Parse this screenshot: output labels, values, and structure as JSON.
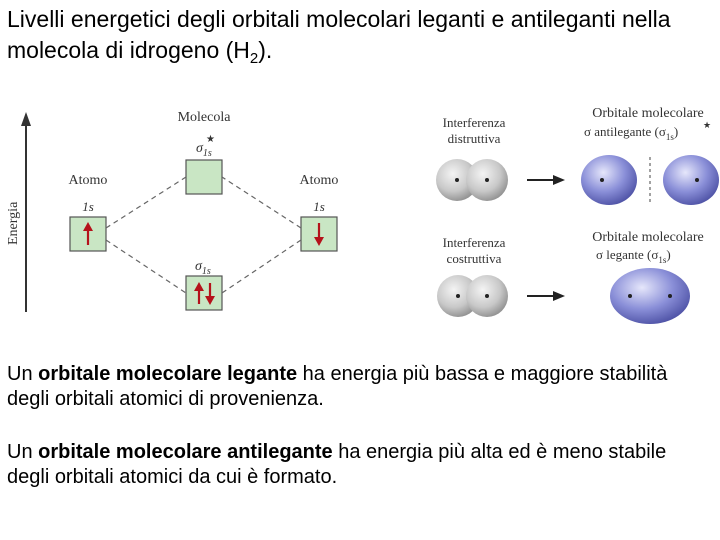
{
  "title": {
    "text": "Livelli energetici degli orbitali molecolari leganti e antileganti nella molecola di idrogeno (H",
    "subscript": "2",
    "suffix": ")."
  },
  "diagram": {
    "axis_label": "Energia",
    "molecule_label": "Molecola",
    "atom_left_label": "Atomo",
    "atom_right_label": "Atomo",
    "orbital_1s": "1s",
    "sigma_symbol": "σ",
    "star_symbol": "★",
    "sub_1s": "1s"
  },
  "panel": {
    "destructive_line1": "Interferenza",
    "destructive_line2": "distruttiva",
    "constructive_line1": "Interferenza",
    "constructive_line2": "costruttiva",
    "antibonding_line1": "Orbitale molecolare",
    "antibonding_line2": "σ antilegante (σ",
    "antibonding_close": ")",
    "bonding_line1": "Orbitale molecolare",
    "bonding_line2": "σ legante (σ",
    "bonding_close": ")"
  },
  "paragraphs": {
    "p1_pre": "Un ",
    "p1_bold": "orbitale molecolare legante",
    "p1_post": " ha energia più bassa e maggiore stabilità degli orbitali atomici di provenienza.",
    "p2_pre": "Un ",
    "p2_bold": "orbitale molecolare antilegante",
    "p2_post": " ha energia più alta ed è meno stabile degli orbitali atomici da cui è formato."
  },
  "colors": {
    "box_fill": "#c9e6c4",
    "box_stroke": "#555555",
    "arrow_red": "#b5121b",
    "orbital_purple": "#8a8fd8",
    "atom_gray": "#c8c8c8"
  }
}
